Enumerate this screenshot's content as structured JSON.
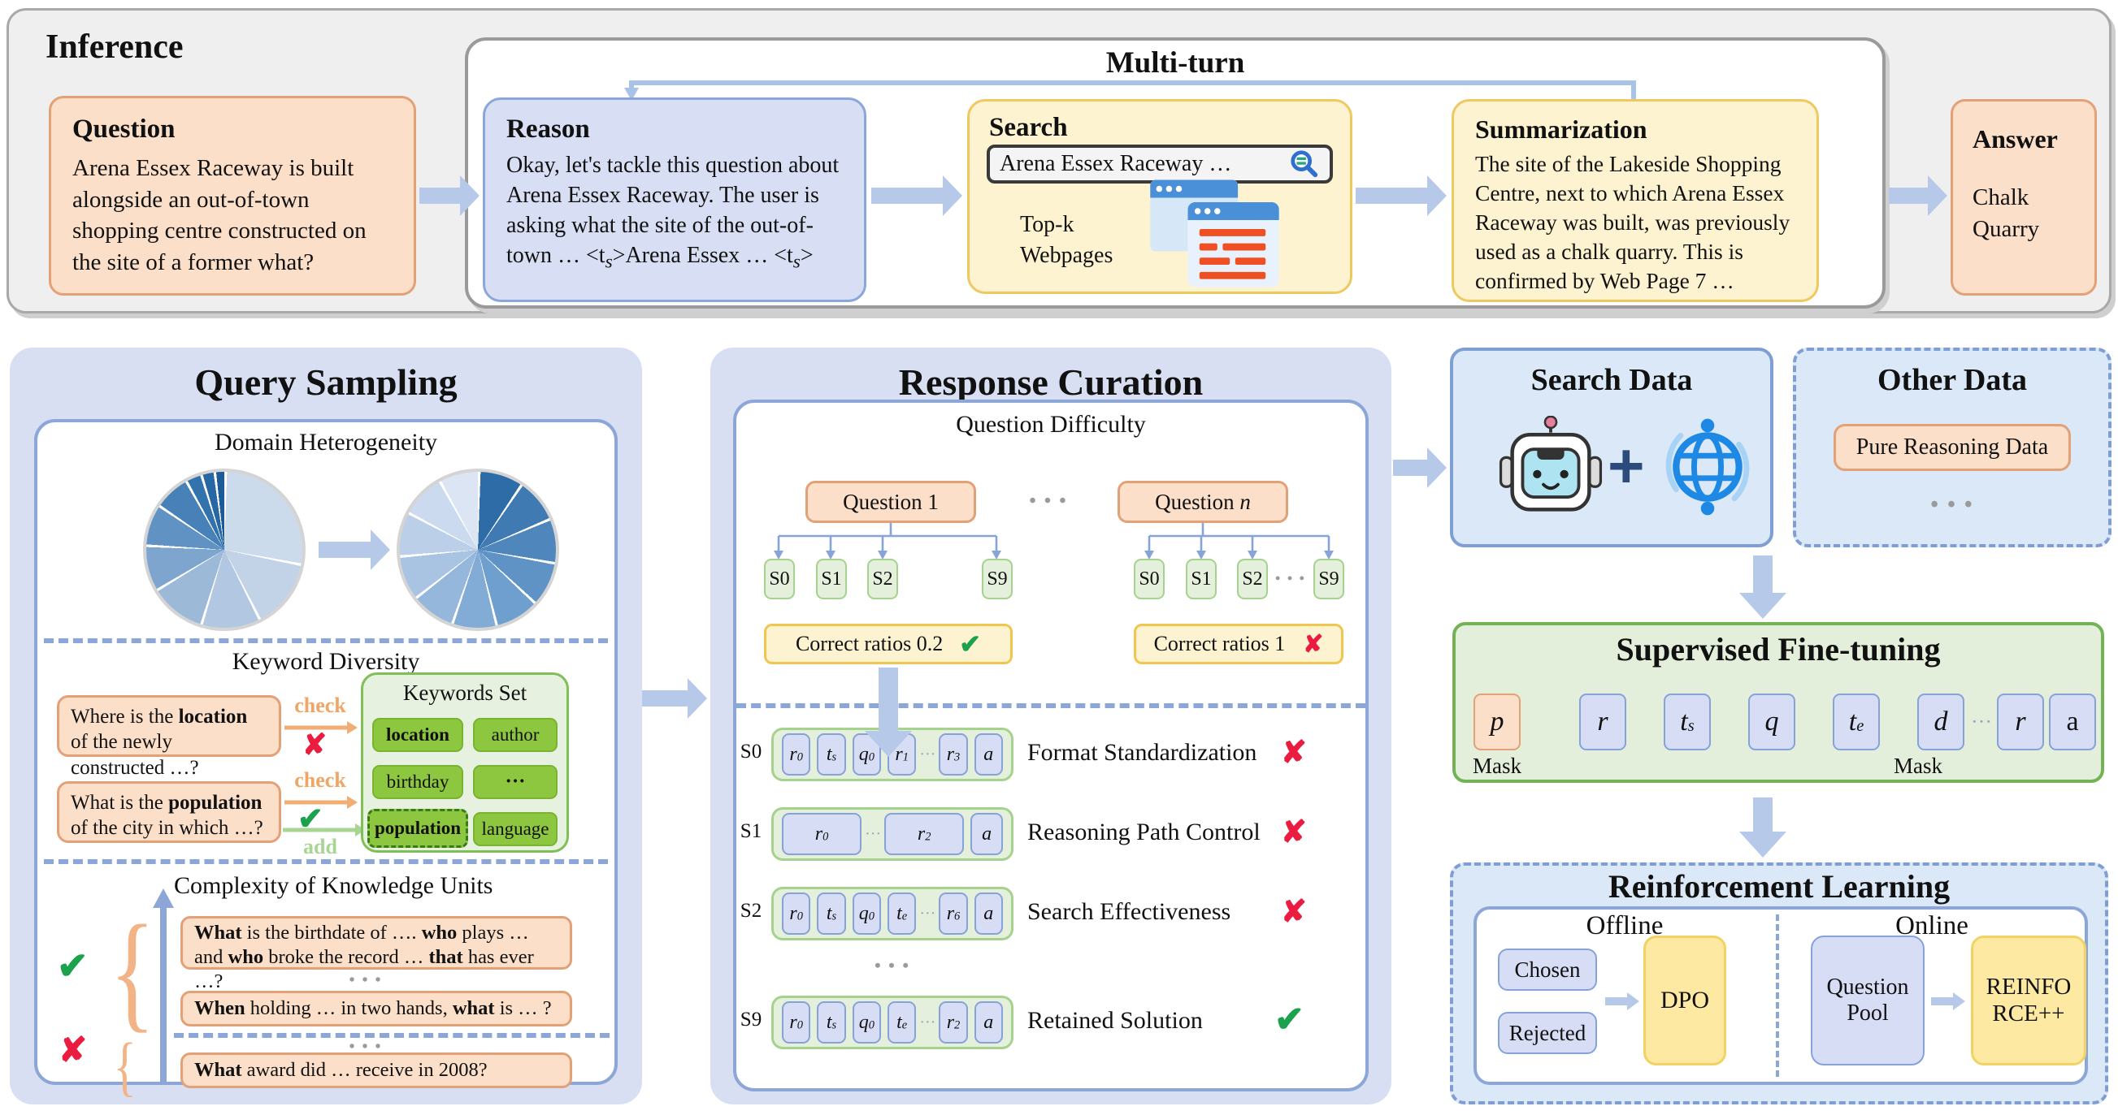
{
  "glyphs": {
    "check": "✔",
    "cross": "✘",
    "plus": "+",
    "dots3": "• • •",
    "cdots": "···"
  },
  "inference": {
    "title": "Inference",
    "question": {
      "heading": "Question",
      "body": "Arena Essex Raceway is built alongside an out-of-town shopping centre constructed on the site of a former what?"
    },
    "multi_turn_title": "Multi-turn",
    "reason": {
      "heading": "Reason",
      "body_1": "Okay, let's tackle this question about Arena Essex Raceway. The user is asking what the site of the out-of-town … <t",
      "sub_1": "s",
      "body_2": ">Arena Essex … <t",
      "sub_2": "s",
      "body_3": ">"
    },
    "search": {
      "heading": "Search",
      "query": "Arena Essex Raceway …",
      "topk_line1": "Top-k",
      "topk_line2": "Webpages"
    },
    "summarization": {
      "heading": "Summarization",
      "body": "The site of the Lakeside Shopping Centre, next to which Arena Essex Raceway was built, was previously used as a chalk quarry. This is confirmed by Web Page 7 …"
    },
    "answer": {
      "heading": "Answer",
      "line1": "Chalk",
      "line2": "Quarry"
    }
  },
  "query_sampling": {
    "title": "Query Sampling",
    "dh_title": "Domain Heterogeneity",
    "kd": {
      "title": "Keyword Diversity",
      "q1": {
        "pre": "Where is the ",
        "bold": "location",
        "post": " of the newly constructed …?"
      },
      "q2": {
        "pre": "What is the ",
        "bold": "population",
        "post": " of the city in which …?"
      },
      "check": "check",
      "add": "add",
      "ks_title": "Keywords Set",
      "chips": [
        "location",
        "author",
        "birthday",
        "···",
        "population",
        "language"
      ]
    },
    "cku": {
      "title": "Complexity of Knowledge Units",
      "a": {
        "s1": "What",
        "s2": " is the birthdate of …. ",
        "s3": "who",
        "s4": " plays … and ",
        "s5": "who",
        "s6": " broke the record … ",
        "s7": "that",
        "s8": " has ever …?"
      },
      "b": {
        "s1": "When",
        "s2": " holding  … in two hands, ",
        "s3": "what",
        "s4": " is … ?"
      },
      "c": {
        "s1": "What",
        "s2": " award did … receive in 2008?"
      }
    }
  },
  "response_curation": {
    "title": "Response Curation",
    "qd": {
      "title": "Question Difficulty",
      "q1": "Question 1",
      "qn_pre": "Question ",
      "qn_var": "n",
      "s": [
        "S0",
        "S1",
        "S2",
        "S9"
      ],
      "ratio_left": "Correct ratios 0.2",
      "ratio_right": "Correct ratios 1"
    },
    "rows": [
      {
        "label": "S0",
        "desc": "Format Standardization"
      },
      {
        "label": "S1",
        "desc": "Reasoning Path Control"
      },
      {
        "label": "S2",
        "desc": "Search Effectiveness"
      },
      {
        "label": "S9",
        "desc": "Retained Solution"
      }
    ],
    "tokens": {
      "s0": [
        [
          "r",
          "0"
        ],
        [
          "t",
          "s"
        ],
        [
          "q",
          "0"
        ],
        [
          "r",
          "1"
        ],
        [
          "···",
          ""
        ],
        [
          "r",
          "3"
        ],
        [
          "a",
          ""
        ]
      ],
      "s1": [
        [
          "r",
          "0"
        ],
        [
          "···",
          ""
        ],
        [
          "r",
          "2"
        ],
        [
          "a",
          ""
        ]
      ],
      "s2": [
        [
          "r",
          "0"
        ],
        [
          "t",
          "s"
        ],
        [
          "q",
          "0"
        ],
        [
          "t",
          "e"
        ],
        [
          "···",
          ""
        ],
        [
          "r",
          "6"
        ],
        [
          "a",
          ""
        ]
      ],
      "s9": [
        [
          "r",
          "0"
        ],
        [
          "t",
          "s"
        ],
        [
          "q",
          "0"
        ],
        [
          "t",
          "e"
        ],
        [
          "···",
          ""
        ],
        [
          "r",
          "2"
        ],
        [
          "a",
          ""
        ]
      ]
    }
  },
  "search_data": {
    "title": "Search Data"
  },
  "other_data": {
    "title": "Other Data",
    "chip": "Pure Reasoning Data"
  },
  "sft": {
    "title": "Supervised Fine-tuning",
    "mask": "Mask",
    "tokens": [
      [
        "p",
        ""
      ],
      [
        "r",
        ""
      ],
      [
        "t",
        "s"
      ],
      [
        "q",
        ""
      ],
      [
        "t",
        "e"
      ],
      [
        "d",
        ""
      ],
      [
        "···",
        ""
      ],
      [
        "r",
        ""
      ],
      [
        "a",
        ""
      ]
    ]
  },
  "rl": {
    "title": "Reinforcement Learning",
    "offline": "Offline",
    "online": "Online",
    "chosen": "Chosen",
    "rejected": "Rejected",
    "dpo": "DPO",
    "qpool1": "Question",
    "qpool2": "Pool",
    "r1": "REINFO",
    "r2": "RCE++"
  },
  "pies": {
    "left": [
      {
        "a0": 0,
        "a1": 100,
        "c": "#ccdbeb"
      },
      {
        "a0": 100,
        "a1": 152,
        "c": "#c3d3e7"
      },
      {
        "a0": 152,
        "a1": 196,
        "c": "#b2c7e1"
      },
      {
        "a0": 196,
        "a1": 238,
        "c": "#9db9d8"
      },
      {
        "a0": 238,
        "a1": 272,
        "c": "#7ea5ce"
      },
      {
        "a0": 272,
        "a1": 303,
        "c": "#6093c3"
      },
      {
        "a0": 303,
        "a1": 330,
        "c": "#4781b8"
      },
      {
        "a0": 330,
        "a1": 342,
        "c": "#3373ad"
      },
      {
        "a0": 342,
        "a1": 352,
        "c": "#2767a3"
      },
      {
        "a0": 352,
        "a1": 360,
        "c": "#1c5b98"
      }
    ],
    "right": [
      {
        "a0": 0,
        "a1": 33,
        "c": "#2e6ca8"
      },
      {
        "a0": 33,
        "a1": 66,
        "c": "#3f7ab2"
      },
      {
        "a0": 66,
        "a1": 99,
        "c": "#4f87bd"
      },
      {
        "a0": 99,
        "a1": 132,
        "c": "#5f93c6"
      },
      {
        "a0": 132,
        "a1": 165,
        "c": "#6f9fcf"
      },
      {
        "a0": 165,
        "a1": 198,
        "c": "#82abd5"
      },
      {
        "a0": 198,
        "a1": 231,
        "c": "#95b7dc"
      },
      {
        "a0": 231,
        "a1": 264,
        "c": "#a9c4e3"
      },
      {
        "a0": 264,
        "a1": 297,
        "c": "#bccfe9"
      },
      {
        "a0": 297,
        "a1": 330,
        "c": "#cbdaee"
      },
      {
        "a0": 330,
        "a1": 360,
        "c": "#dce5f3"
      }
    ]
  }
}
